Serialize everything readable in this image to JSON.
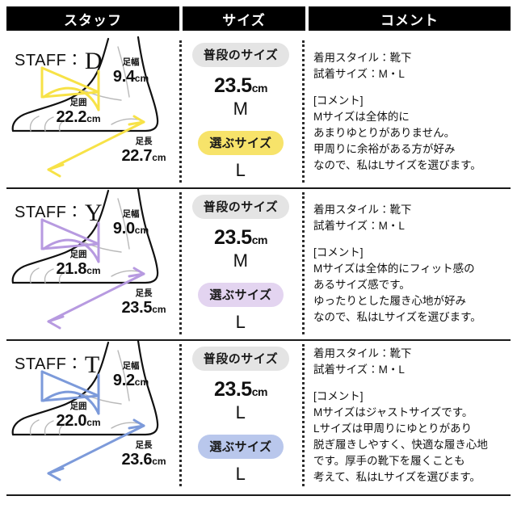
{
  "header": {
    "staff": "スタッフ",
    "size": "サイズ",
    "comment": "コメント"
  },
  "labels": {
    "staff_prefix": "STAFF：",
    "usual_size": "普段のサイズ",
    "choose_size": "選ぶサイズ",
    "foot_width": "足幅",
    "foot_girth": "足囲",
    "foot_length": "足長",
    "unit": "cm"
  },
  "colors": {
    "header_bg": "#000000",
    "usual_pill": "#e4e4e4",
    "row_d_accent": "#f7e247",
    "row_y_accent": "#b79ae0",
    "row_t_accent": "#7c9ada",
    "row_d_pill": "#f7e36a",
    "row_y_pill": "#e3d4f0",
    "row_t_pill": "#b9c7ec"
  },
  "rows": [
    {
      "staff_initial": "D",
      "accent": "#f7e247",
      "pill_color": "#f7e36a",
      "measurements": {
        "width": "9.4",
        "girth": "22.2",
        "length": "22.7"
      },
      "usual_size_cm": "23.5",
      "usual_size_letter": "M",
      "choose_size_letter": "L",
      "comment_head": [
        "着用スタイル：靴下",
        "試着サイズ：M・L"
      ],
      "comment_body": [
        "[コメント]",
        "Mサイズは全体的に",
        "あまりゆとりがありません。",
        "甲周りに余裕がある方が好み",
        "なので、私はLサイズを選びます。"
      ]
    },
    {
      "staff_initial": "Y",
      "accent": "#b79ae0",
      "pill_color": "#e3d4f0",
      "measurements": {
        "width": "9.0",
        "girth": "21.8",
        "length": "23.5"
      },
      "usual_size_cm": "23.5",
      "usual_size_letter": "M",
      "choose_size_letter": "L",
      "comment_head": [
        "着用スタイル：靴下",
        "試着サイズ：M・L"
      ],
      "comment_body": [
        "[コメント]",
        "Mサイズは全体的にフィット感の",
        "あるサイズ感です。",
        "ゆったりとした履き心地が好み",
        "なので、私はLサイズを選びます。"
      ]
    },
    {
      "staff_initial": "T",
      "accent": "#7c9ada",
      "pill_color": "#b9c7ec",
      "measurements": {
        "width": "9.2",
        "girth": "22.0",
        "length": "23.6"
      },
      "usual_size_cm": "23.5",
      "usual_size_letter": "L",
      "choose_size_letter": "L",
      "comment_head": [
        "着用スタイル：靴下",
        "試着サイズ：M・L"
      ],
      "comment_body": [
        "[コメント]",
        "Mサイズはジャストサイズです。",
        "Lサイズは甲周りにゆとりがあり",
        "脱ぎ履きしやすく、快適な履き心地",
        "です。厚手の靴下を履くことも",
        "考えて、私はLサイズを選びます。"
      ]
    }
  ]
}
